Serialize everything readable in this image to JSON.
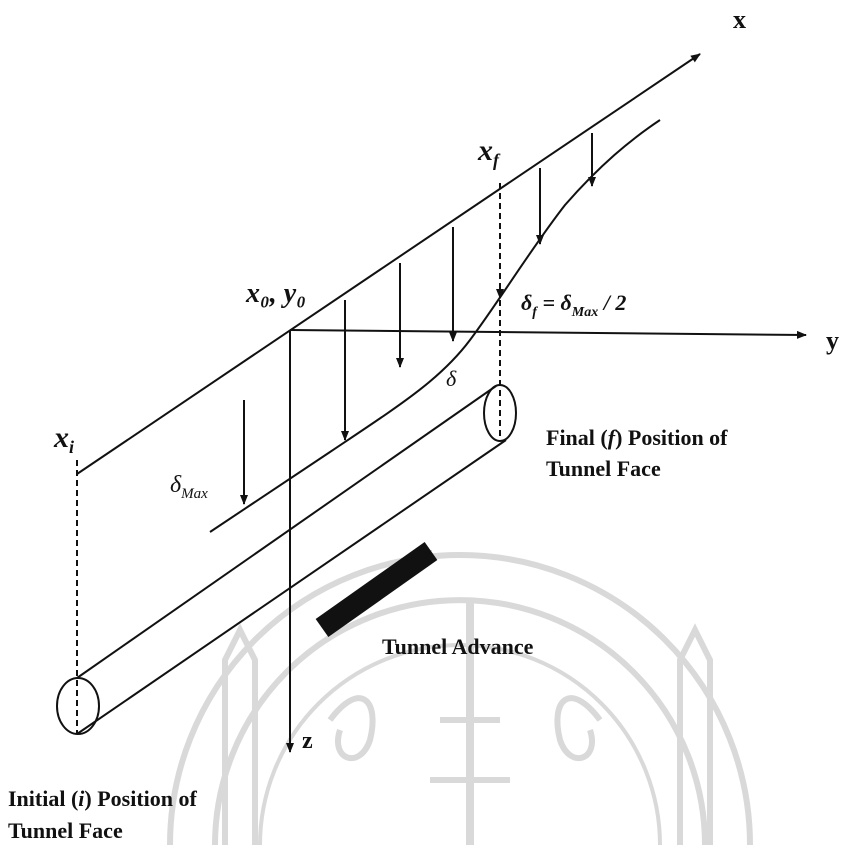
{
  "diagram": {
    "axes": {
      "x": "x",
      "y": "y",
      "z": "z"
    },
    "points": {
      "xi_base": "x",
      "xi_sub": "i",
      "xf_base": "x",
      "xf_sub": "f",
      "origin": "x₀, y₀"
    },
    "settlement": {
      "delta": "δ",
      "delta_max_base": "δ",
      "delta_max_sub": "Max",
      "delta_f_eq_base": "δ",
      "delta_f_eq_sub": "f",
      "delta_f_eq_mid": " = δ",
      "delta_f_eq_sub2": "Max",
      "delta_f_eq_tail": " / 2"
    },
    "labels": {
      "final_line1_a": "Final (",
      "final_line1_f": "f",
      "final_line1_b": ") Position of",
      "final_line2": "Tunnel Face",
      "initial_line1_a": "Initial (",
      "initial_line1_i": "i",
      "initial_line1_b": ") Position of",
      "initial_line2": "Tunnel Face",
      "advance": "Tunnel Advance"
    },
    "colors": {
      "ink": "#111111",
      "watermark": "#d9d9d9"
    }
  }
}
